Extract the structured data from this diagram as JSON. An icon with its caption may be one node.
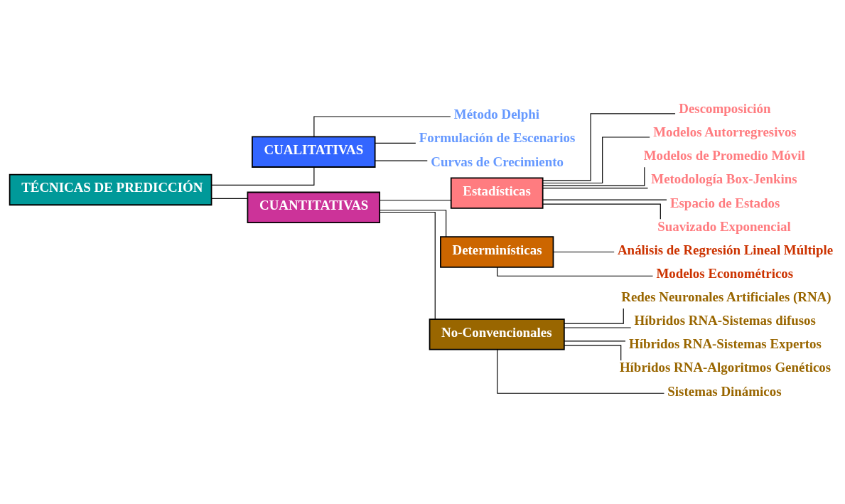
{
  "diagram": {
    "nodes": [
      {
        "text": [
          "TÉCNICAS DE PREDICCIÓN"
        ]
      },
      {
        "text": [
          "CUALITATIVAS"
        ]
      },
      {
        "text": [
          "Método Delphi"
        ]
      },
      {
        "text": [
          "Formulación de Escenarios"
        ]
      },
      {
        "text": [
          "Curvas de Crecimiento"
        ]
      },
      {
        "text": [
          "CUANTITATIVAS"
        ]
      },
      {
        "text": [
          "Estadísticas"
        ]
      },
      {
        "text": [
          "Descomposición"
        ]
      },
      {
        "text": [
          "Modelos Autorregresivos"
        ]
      },
      {
        "text": [
          "Modelos de Promedio Móvil"
        ]
      },
      {
        "text": [
          "Metodología Box-Jenkins"
        ]
      },
      {
        "text": [
          "Espacio de Estados"
        ]
      },
      {
        "text": [
          "Suavizado Exponencial"
        ]
      },
      {
        "text": [
          "Determinísticas"
        ]
      },
      {
        "text": [
          "Análisis de Regresión Lineal Múltiple"
        ]
      },
      {
        "text": [
          "Modelos Econométricos"
        ]
      },
      {
        "text": [
          "No-Convencionales"
        ]
      },
      {
        "text": [
          "Redes Neuronales Artificiales (RNA)"
        ]
      },
      {
        "text": [
          "Híbridos RNA-Sistemas difusos"
        ]
      },
      {
        "text": [
          "Híbridos RNA-Sistemas Expertos"
        ]
      },
      {
        "text": [
          "Híbridos RNA-Algoritmos Genéticos"
        ]
      },
      {
        "text": [
          "Sistemas Dinámicos"
        ]
      }
    ],
    "edges": [
      {
        "from": 0,
        "to": 1,
        "arrow": "none"
      },
      {
        "from": 0,
        "to": 5,
        "arrow": "none"
      },
      {
        "from": 1,
        "to": 2,
        "arrow": "none"
      },
      {
        "from": 1,
        "to": 3,
        "arrow": "none"
      },
      {
        "from": 1,
        "to": 4,
        "arrow": "none"
      },
      {
        "from": 5,
        "to": 6,
        "arrow": "none"
      },
      {
        "from": 5,
        "to": 13,
        "arrow": "none"
      },
      {
        "from": 5,
        "to": 16,
        "arrow": "none"
      },
      {
        "from": 6,
        "to": 7,
        "arrow": "none"
      },
      {
        "from": 6,
        "to": 8,
        "arrow": "none"
      },
      {
        "from": 6,
        "to": 9,
        "arrow": "none"
      },
      {
        "from": 6,
        "to": 10,
        "arrow": "none"
      },
      {
        "from": 6,
        "to": 11,
        "arrow": "none"
      },
      {
        "from": 6,
        "to": 12,
        "arrow": "none"
      },
      {
        "from": 13,
        "to": 14,
        "arrow": "none"
      },
      {
        "from": 13,
        "to": 15,
        "arrow": "none"
      },
      {
        "from": 16,
        "to": 17,
        "arrow": "none"
      },
      {
        "from": 16,
        "to": 18,
        "arrow": "none"
      },
      {
        "from": 16,
        "to": 19,
        "arrow": "none"
      },
      {
        "from": 16,
        "to": 20,
        "arrow": "none"
      },
      {
        "from": 16,
        "to": 21,
        "arrow": "none"
      }
    ]
  }
}
